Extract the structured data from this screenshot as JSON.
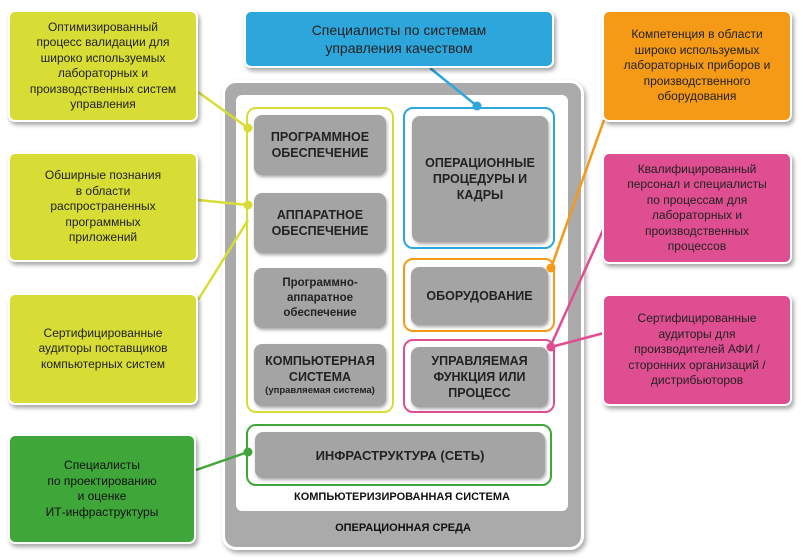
{
  "boxes": {
    "top_center": "Специалисты по системам\nуправления качеством",
    "software": "ПРОГРАММНОЕ\nОБЕСПЕЧЕНИЕ",
    "hardware": "АППАРАТНОЕ\nОБЕСПЕЧЕНИЕ",
    "firmware": "Программно-\nаппаратное\nобеспечение",
    "computer_system": "КОМПЬЮТЕРНАЯ\nСИСТЕМА",
    "computer_system_sub": "(управляемая система)",
    "operating_procedures": "ОПЕРАЦИОННЫЕ\nПРОЦЕДУРЫ И\nКАДРЫ",
    "equipment": "ОБОРУДОВАНИЕ",
    "controlled_function": "УПРАВЛЯЕМАЯ\nФУНКЦИЯ ИЛИ\nПРОЦЕСС",
    "infrastructure": "ИНФРАСТРУКТУРА (СЕТЬ)",
    "computerized_system_caption": "КОМПЬЮТЕРИЗИРОВАННАЯ СИСТЕМА",
    "operating_environment_caption": "ОПЕРАЦИОННАЯ СРЕДА"
  },
  "notes": {
    "left_1": "Оптимизированный\nпроцесс валидации для\nшироко используемых\nлабораторных и\nпроизводственных систем\nуправления",
    "left_2": "Обширные познания\nв области\nраспространенных\nпрограммных\nприложений",
    "left_3": "Сертифицированные\nаудиторы поставщиков\nкомпьютерных систем",
    "left_4": "Специалисты\nпо проектированию\nи оценке\nИТ-инфраструктуры",
    "right_1": "Компетенция в области\nшироко используемых\nлабораторных приборов и\nпроизводственного\nоборудования",
    "right_2": "Квалифицированный\nперсонал и специалисты\nпо процессам для\nлабораторных и\nпроизводственных\nпроцессов",
    "right_3": "Сертифицированные\nаудиторы для\nпроизводителей АФИ /\nсторонних организаций /\nдистрибьюторов"
  },
  "colors": {
    "yellow": "#d8dd36",
    "green": "#3fa63a",
    "orange": "#f49a16",
    "pink": "#e04e92",
    "blue": "#2da6dc",
    "gray": "#a4a4a4"
  }
}
